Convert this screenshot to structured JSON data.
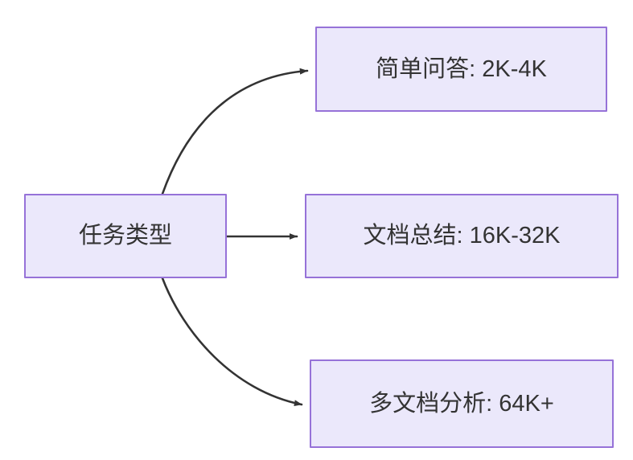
{
  "diagram": {
    "type": "flowchart",
    "direction": "left-to-right",
    "background_color": "#ffffff",
    "node_fill_color": "#ebe8fb",
    "node_border_color": "#9672d8",
    "node_text_color": "#333333",
    "edge_color": "#333333",
    "nodes": [
      {
        "id": "source",
        "label": "任务类型",
        "role": "root"
      },
      {
        "id": "qa",
        "label": "简单问答: 2K-4K",
        "role": "leaf"
      },
      {
        "id": "summary",
        "label": "文档总结: 16K-32K",
        "role": "leaf"
      },
      {
        "id": "multidoc",
        "label": "多文档分析: 64K+",
        "role": "leaf"
      }
    ],
    "edges": [
      {
        "id": "edge-source-qa",
        "from": "任务类型",
        "to": "简单问答: 2K-4K",
        "style": "curved",
        "arrowhead": "filled-triangle"
      },
      {
        "id": "edge-source-summary",
        "from": "任务类型",
        "to": "文档总结: 16K-32K",
        "style": "straight",
        "arrowhead": "filled-triangle"
      },
      {
        "id": "edge-source-multidoc",
        "from": "任务类型",
        "to": "多文档分析: 64K+",
        "style": "curved",
        "arrowhead": "filled-triangle"
      }
    ]
  }
}
